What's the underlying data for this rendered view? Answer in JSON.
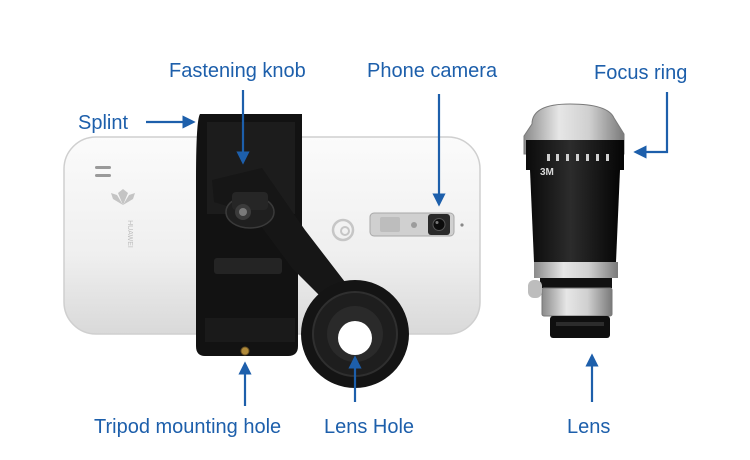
{
  "labels": {
    "splint": "Splint",
    "fastening_knob": "Fastening knob",
    "phone_camera": "Phone camera",
    "focus_ring": "Focus ring",
    "tripod_hole": "Tripod mounting hole",
    "lens_hole": "Lens Hole",
    "lens": "Lens"
  },
  "phone": {
    "brand_text": "HUAWEI"
  },
  "lens_markings": {
    "zoom_text": "3M"
  },
  "colors": {
    "annotation": "#1d5fab",
    "phone_body": "#f1f1f1",
    "clip_black": "#141414",
    "lens_silver": "#c9c9c9"
  }
}
